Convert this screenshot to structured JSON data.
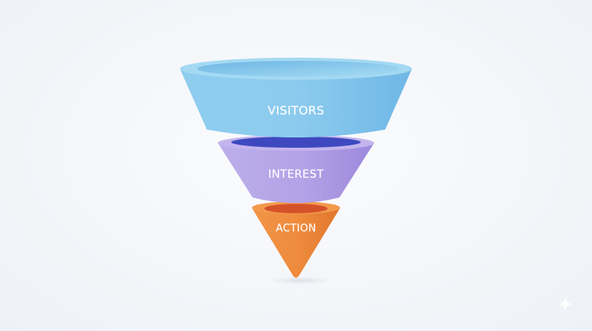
{
  "diagram": {
    "type": "funnel",
    "stages": [
      {
        "label": "VISITORS",
        "color": "#8ccdee",
        "rim_color": "#9ed6f2",
        "inner_color": "#7cc0e8"
      },
      {
        "label": "INTEREST",
        "color": "#b4a3e6",
        "rim_color": "#c3b4ee",
        "inner_color": "#3d49c0"
      },
      {
        "label": "ACTION",
        "color": "#ee8a3c",
        "rim_color": "#f39a4d",
        "inner_color": "#d8562a"
      }
    ]
  },
  "background": "#f3f5f9",
  "watermark": {
    "icon": "sparkle-icon"
  }
}
